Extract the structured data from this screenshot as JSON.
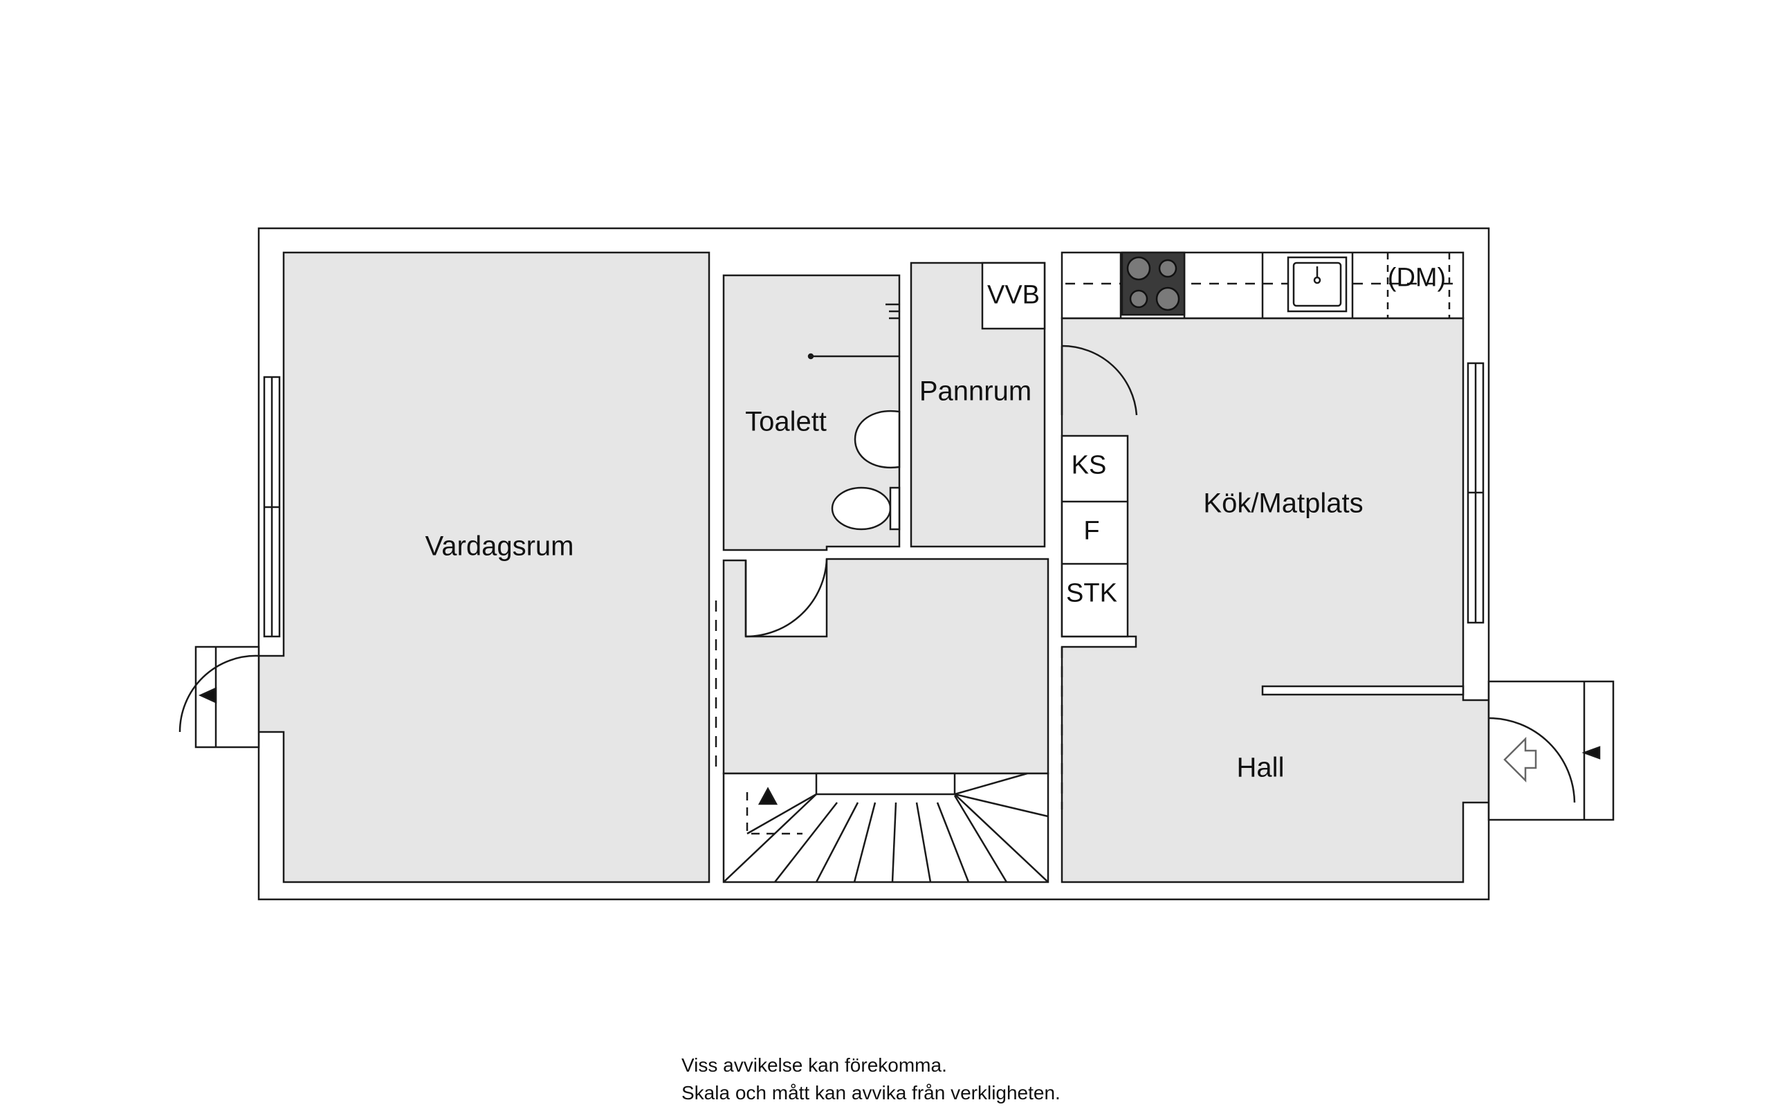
{
  "rooms": {
    "vardagsrum": "Vardagsrum",
    "toalett": "Toalett",
    "pannrum": "Pannrum",
    "kok": "Kök/Matplats",
    "hall": "Hall"
  },
  "fixtures": {
    "vvb": "VVB",
    "dm": "(DM)",
    "ks": "KS",
    "f": "F",
    "stk": "STK"
  },
  "disclaimer": {
    "line1": "Viss avvikelse kan förekomma.",
    "line2": "Skala och mått kan avvika från verkligheten."
  },
  "colors": {
    "floor": "#e6e6e6",
    "wall": "#ffffff",
    "line": "#1a1a1a"
  }
}
